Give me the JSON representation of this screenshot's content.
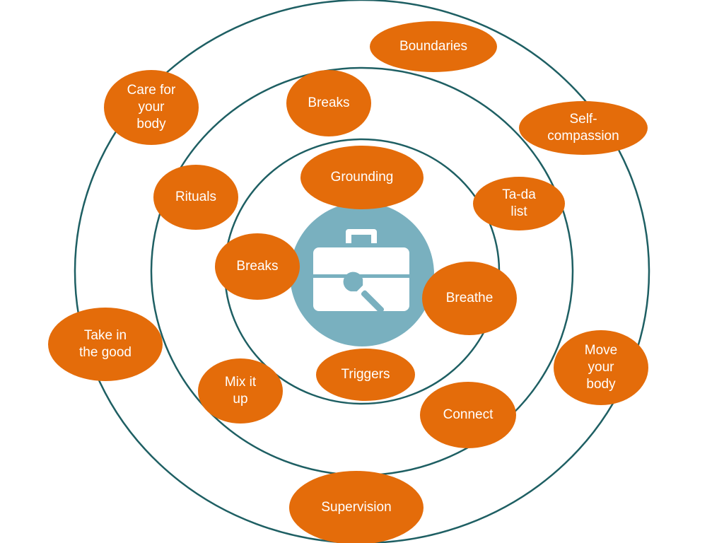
{
  "colors": {
    "ring": "#1e5f63",
    "bubble": "#e46c0a",
    "bubble_text": "#ffffff",
    "hub": "#79b0bf",
    "icon": "#ffffff"
  },
  "hub": {
    "icon": "toolbox-wrench-icon"
  },
  "rings": {
    "outer": [
      {
        "id": "boundaries",
        "lines": [
          "Boundaries"
        ]
      },
      {
        "id": "care-for-your-body",
        "lines": [
          "Care for",
          "your",
          "body"
        ]
      },
      {
        "id": "self-compassion",
        "lines": [
          "Self-",
          "compassion"
        ]
      },
      {
        "id": "take-in-the-good",
        "lines": [
          "Take in",
          "the good"
        ]
      },
      {
        "id": "move-your-body",
        "lines": [
          "Move",
          "your",
          "body"
        ]
      },
      {
        "id": "supervision",
        "lines": [
          "Supervision"
        ]
      }
    ],
    "middle": [
      {
        "id": "breaks-outer",
        "lines": [
          "Breaks"
        ]
      },
      {
        "id": "rituals",
        "lines": [
          "Rituals"
        ]
      },
      {
        "id": "ta-da-list",
        "lines": [
          "Ta-da",
          "list"
        ]
      },
      {
        "id": "mix-it-up",
        "lines": [
          "Mix it",
          "up"
        ]
      },
      {
        "id": "connect",
        "lines": [
          "Connect"
        ]
      }
    ],
    "inner": [
      {
        "id": "grounding",
        "lines": [
          "Grounding"
        ]
      },
      {
        "id": "breaks-inner",
        "lines": [
          "Breaks"
        ]
      },
      {
        "id": "breathe",
        "lines": [
          "Breathe"
        ]
      },
      {
        "id": "triggers",
        "lines": [
          "Triggers"
        ]
      }
    ]
  }
}
